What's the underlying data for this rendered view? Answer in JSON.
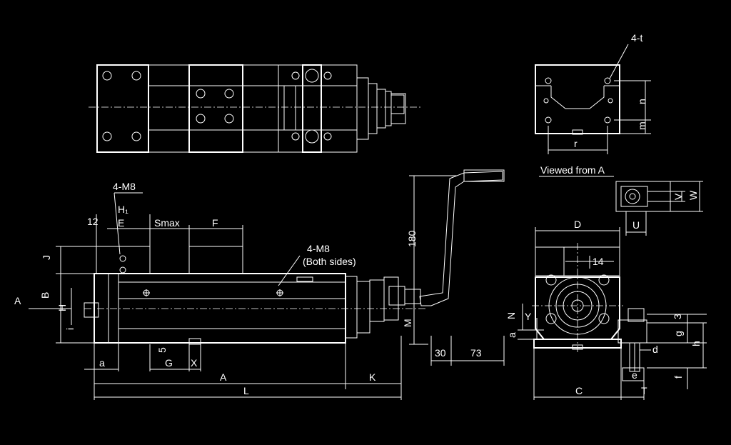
{
  "colors": {
    "background": "#000000",
    "line": "#ffffff"
  },
  "annotations": {
    "four_t": "4-t",
    "viewed_from": "Viewed from A",
    "four_m8_left": "4-M8",
    "four_m8_side": "4-M8",
    "both_sides": "(Both sides)",
    "h1": "H₁",
    "smax": "Smax",
    "e_upper": "E",
    "f_upper": "F",
    "twelve": "12",
    "j_upper": "J",
    "b_upper": "B",
    "h_upper": "H",
    "i_lower": "i",
    "a_arrow": "A",
    "a_lower": "a",
    "g_upper": "G",
    "x_upper": "X",
    "five": "5",
    "a_upper": "A",
    "k_upper": "K",
    "l_upper": "L",
    "one_eighty": "180",
    "m_upper": "M",
    "thirty": "30",
    "seventy_three": "73",
    "n_lower": "n",
    "m_lower": "m",
    "r_lower": "r",
    "v_upper": "V",
    "w_upper": "W",
    "u_upper": "U",
    "d_upper": "D",
    "fourteen": "14",
    "n_upper": "N",
    "y_upper": "Y",
    "a_lower_end": "a",
    "three": "3",
    "g_lower": "g",
    "h_lower": "h",
    "d_lower": "d",
    "e_lower": "e",
    "f_lower": "f",
    "c_upper": "C",
    "t_upper": "T"
  }
}
